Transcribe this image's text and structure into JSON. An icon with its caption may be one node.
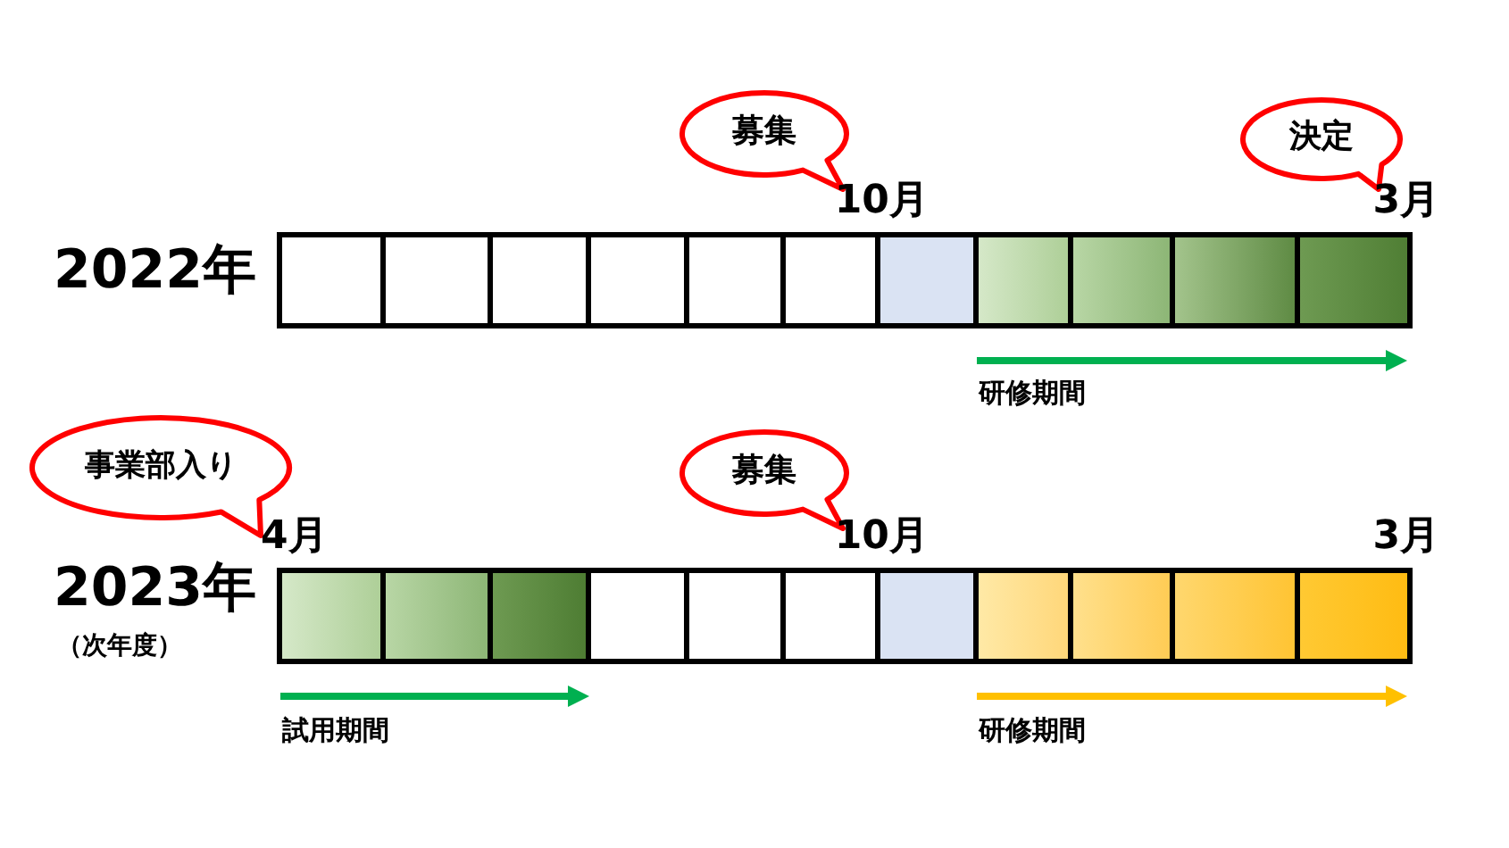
{
  "diagram": {
    "nodes": [
      {
        "text": [
          "募集"
        ]
      },
      {
        "text": [
          "決定"
        ]
      },
      {
        "text": [],
        "shape": "bar"
      },
      {
        "text": [
          "事業部入り"
        ]
      },
      {
        "text": [
          "募集"
        ]
      },
      {
        "text": [],
        "shape": "bar"
      }
    ],
    "labels": [
      "10月",
      "3月",
      "2022年",
      "研修期間",
      "4月",
      "10月",
      "3月",
      "2023年",
      "（次年度）",
      "試用期間",
      "研修期間"
    ]
  }
}
